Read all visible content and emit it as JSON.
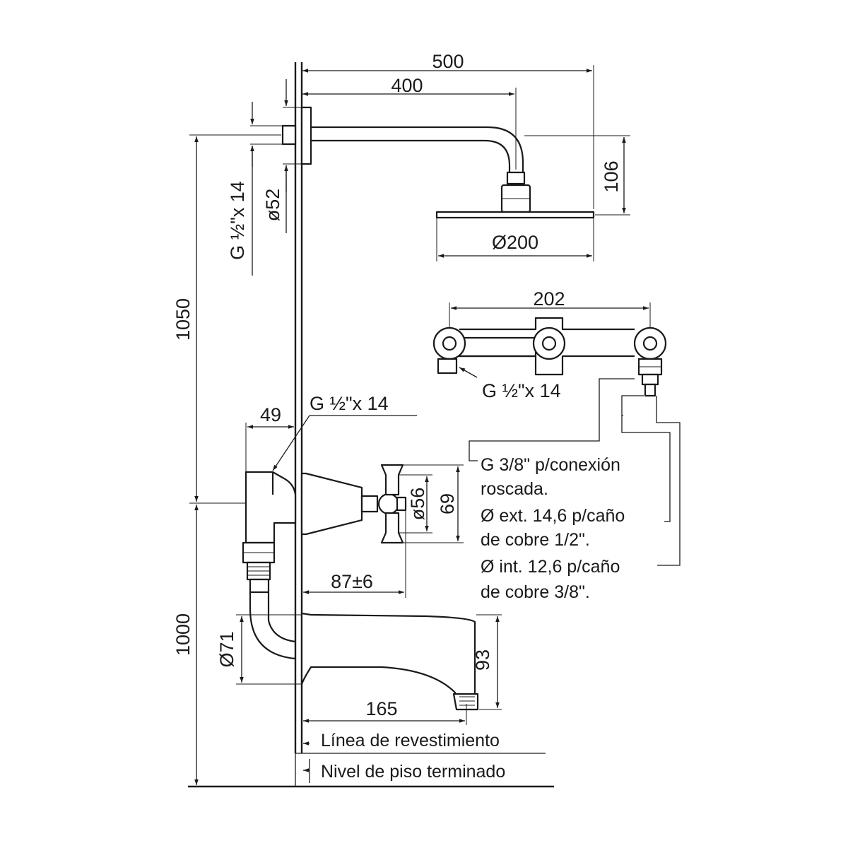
{
  "dimensions": {
    "d500": "500",
    "d400": "400",
    "d106": "106",
    "d200": "Ø200",
    "d52": "ø52",
    "g_half_14_vertical": "G ½\"x 14",
    "d1050": "1050",
    "d202": "202",
    "g_half_14_valve": "G ½\"x 14",
    "d49": "49",
    "g_half_14_mixer": "G ½\"x 14",
    "d56": "ø56",
    "d69": "69",
    "d87": "87±6",
    "d71": "Ø71",
    "d93": "93",
    "d165": "165",
    "d1000": "1000"
  },
  "notes": {
    "connection_lines": [
      "G 3/8\" p/conexión",
      "roscada.",
      "Ø ext. 14,6 p/caño",
      "de cobre 1/2\".",
      "Ø int. 12,6 p/caño",
      "de cobre 3/8\"."
    ],
    "wall_line": "Línea de revestimiento",
    "floor_line": "Nivel de piso terminado"
  }
}
